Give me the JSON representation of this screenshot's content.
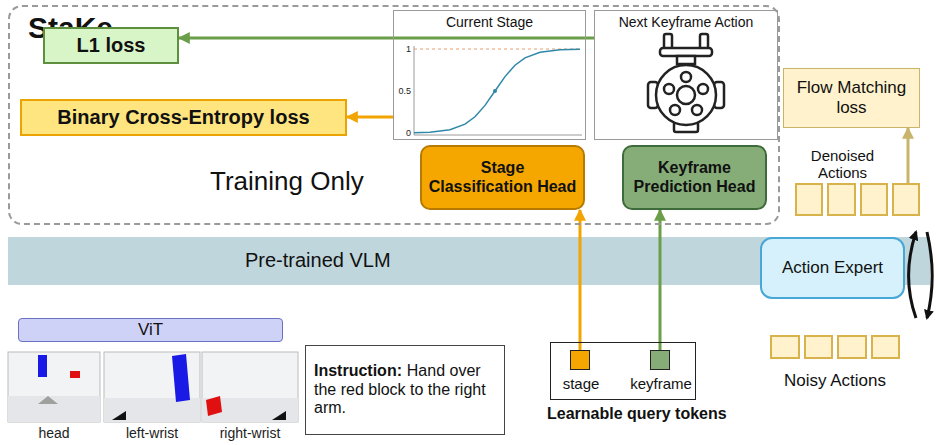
{
  "diagram": {
    "nodes": [
      {
        "text": [
          "StaKe",
          "Training Only"
        ]
      },
      {
        "text": [
          "L1 loss"
        ],
        "in": 0
      },
      {
        "text": [
          "Binary Cross-Entropy loss"
        ],
        "in": 0
      },
      {
        "text": [
          "Current Stage"
        ],
        "in": 0
      },
      {
        "text": [
          "Next Keyframe Action"
        ],
        "in": 0
      },
      {
        "text": [
          "Stage Classification Head"
        ],
        "in": 0
      },
      {
        "text": [
          "Keyframe Prediction Head"
        ],
        "in": 0
      },
      {
        "text": [
          "Flow Matching loss"
        ]
      },
      {
        "text": [
          "Denoised Actions"
        ]
      },
      {
        "text": [
          "Pre-trained VLM"
        ]
      },
      {
        "text": [
          "Action Expert"
        ]
      },
      {
        "text": [
          "ViT"
        ]
      },
      {
        "text": [
          "Instruction:",
          "Hand over the red block to the right arm."
        ]
      },
      {
        "text": [
          "Learnable query tokens"
        ]
      },
      {
        "text": [
          "stage"
        ],
        "in": 13
      },
      {
        "text": [
          "keyframe"
        ],
        "in": 13
      },
      {
        "text": [
          "Noisy Actions"
        ]
      }
    ],
    "edges": [
      {
        "from": 4,
        "to": 1,
        "arrow": "to"
      },
      {
        "from": 3,
        "to": 2,
        "arrow": "to"
      },
      {
        "from": 14,
        "to": 5,
        "arrow": "to"
      },
      {
        "from": 15,
        "to": 6,
        "arrow": "to"
      },
      {
        "from": 8,
        "to": 7,
        "arrow": "to"
      }
    ],
    "labels": [
      "1",
      "0.5",
      "0",
      "head",
      "left-wrist",
      "right-wrist"
    ]
  }
}
